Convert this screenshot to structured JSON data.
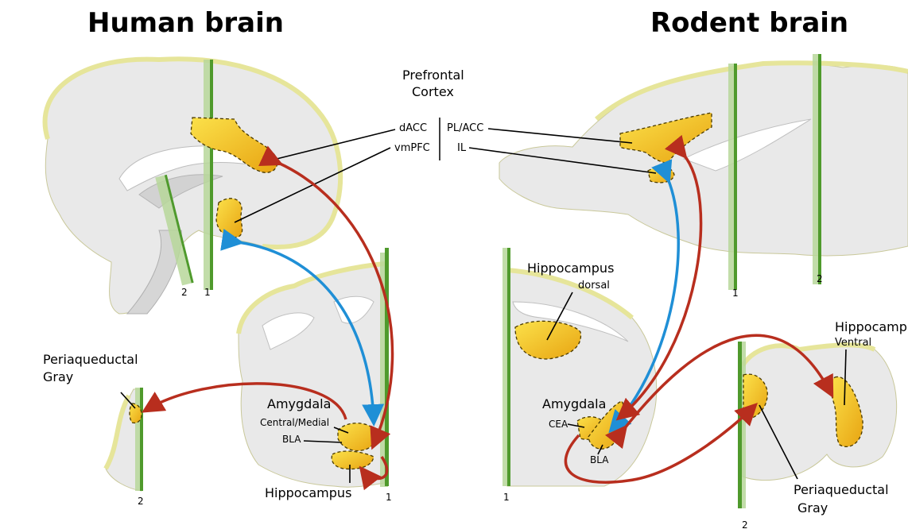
{
  "titles": {
    "human": "Human brain",
    "rodent": "Rodent brain"
  },
  "prefrontal": {
    "line1": "Prefrontal",
    "line2": "Cortex"
  },
  "human_labels": {
    "dacc": "dACC",
    "vmpfc": "vmPFC",
    "periaqueductal_line1": "Periaqueductal",
    "periaqueductal_line2": "Gray",
    "amygdala": "Amygdala",
    "central_medial": "Central/Medial",
    "bla": "BLA",
    "hippocampus": "Hippocampus",
    "plane1": "1",
    "plane2": "2",
    "coronal1": "1",
    "coronal2": "2"
  },
  "rodent_labels": {
    "placc": "PL/ACC",
    "il": "IL",
    "hippocampus": "Hippocampus",
    "dorsal": "dorsal",
    "amygdala": "Amygdala",
    "cea": "CEA",
    "bla": "BLA",
    "hippocampus_ventral": "Hippocamp",
    "ventral": "Ventral",
    "periaqueductal_line1": "Periaqueductal",
    "periaqueductal_line2": "Gray",
    "plane1": "1",
    "plane2": "2",
    "coronal1": "1",
    "coronal2": "2"
  },
  "colors": {
    "projection_red": "#b82e1e",
    "projection_blue": "#1f8fd6",
    "region_yellow": "#f5c21c",
    "plane_green": "#4f9a2c"
  }
}
